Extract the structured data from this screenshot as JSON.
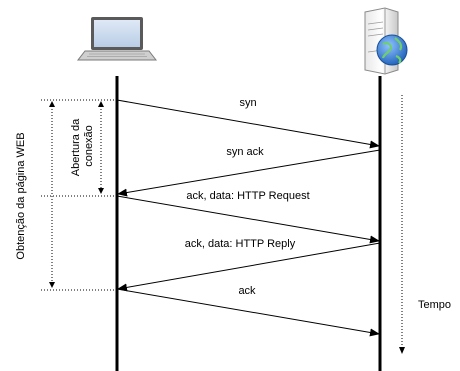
{
  "messages": [
    {
      "label": "syn"
    },
    {
      "label": "syn ack"
    },
    {
      "label": "ack, data: HTTP Request"
    },
    {
      "label": "ack, data: HTTP Reply"
    },
    {
      "label": "ack"
    }
  ],
  "phases": {
    "connection_open": "Abertura da\nconexão",
    "page_fetch": "Obtenção da página WEB"
  },
  "time_axis": {
    "label": "Tempo"
  },
  "hosts": {
    "client_icon": "laptop-icon",
    "server_icon": "web-server-icon"
  }
}
